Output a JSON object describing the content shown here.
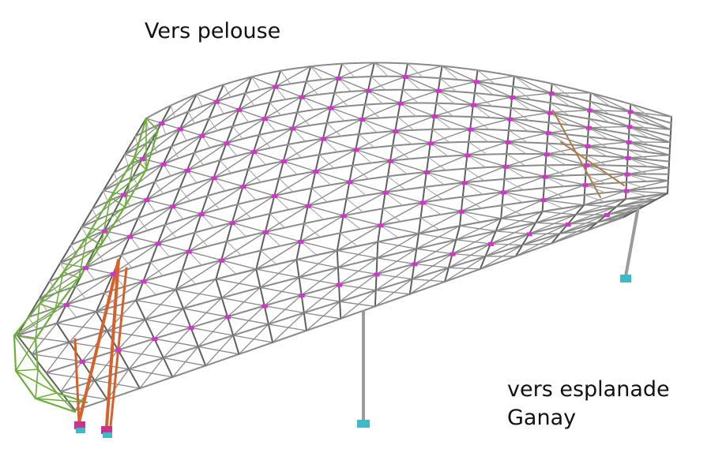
{
  "labels": {
    "top": "Vers pelouse",
    "bottom_line1": "vers esplanade",
    "bottom_line2": "Ganay"
  },
  "colors": {
    "background": "#ffffff",
    "steel": "#8a8a8a",
    "steel_dark": "#5f5f5f",
    "gable_truss": "#6cae3a",
    "strut": "#d5622a",
    "node": "#d532d0",
    "base_cyan": "#3fb8c8",
    "base_magenta": "#c8338d"
  },
  "icons": [
    "space-frame-roof",
    "column",
    "column-base",
    "gable-truss",
    "inclined-strut"
  ]
}
